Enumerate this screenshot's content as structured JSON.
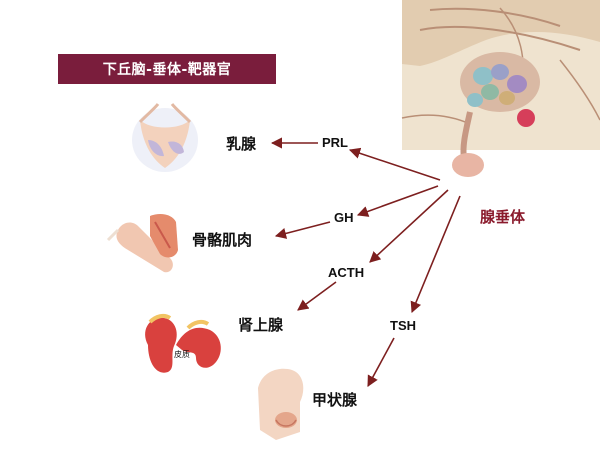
{
  "header": {
    "title": "下丘脑-垂体-靶器官"
  },
  "source": {
    "label": "腺垂体"
  },
  "hormones": {
    "prl": "PRL",
    "gh": "GH",
    "acth": "ACTH",
    "tsh": "TSH"
  },
  "targets": {
    "breast": "乳腺",
    "muscle": "骨骼肌肉",
    "adrenal": "肾上腺",
    "thyroid": "甲状腺"
  },
  "adrenal_sub": {
    "cortex": "皮质"
  },
  "colors": {
    "title_bg": "#7a1d3c",
    "arrow": "#7d1f1f",
    "pituitary_label": "#8a1a2c"
  }
}
